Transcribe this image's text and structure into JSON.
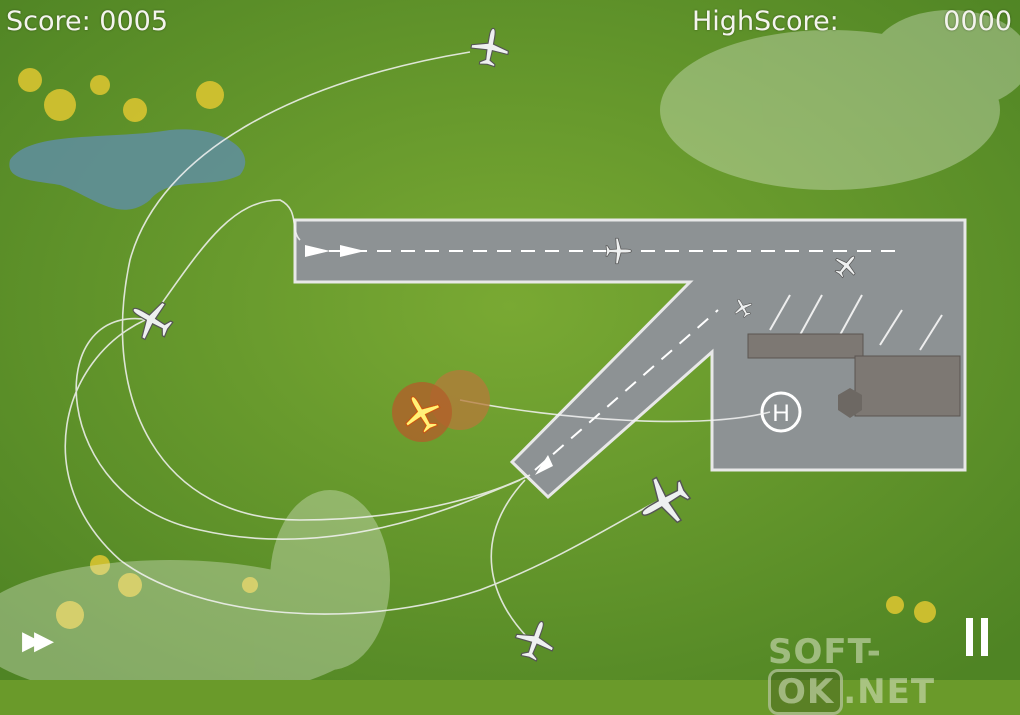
{
  "hud": {
    "score_label": "Score: 0005",
    "highscore_label": "HighScore:",
    "highscore_value": "0000"
  },
  "controls": {
    "fast_forward": "▶▶",
    "pause": "pause"
  },
  "helipad": {
    "label": "H"
  },
  "watermark": {
    "left": "SOFT-",
    "mid": "OK",
    "right": ".NET"
  },
  "colors": {
    "grass": "#6a9a2a",
    "runway": "#8d9294",
    "lake": "#5f8ea0",
    "trees": "#d8c430"
  }
}
